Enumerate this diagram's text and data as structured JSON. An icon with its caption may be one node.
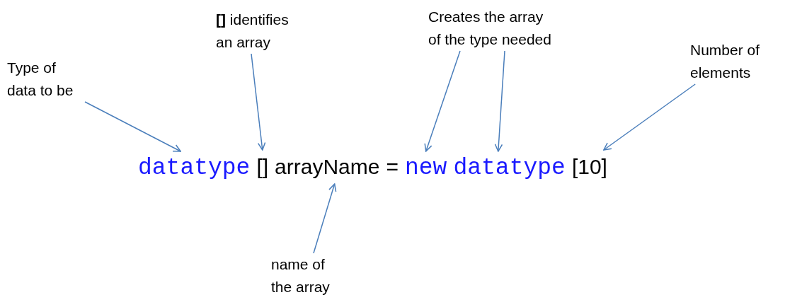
{
  "diagram": {
    "nodes": [
      {
        "text": [
          "**[]** identifies an array"
        ]
      },
      {
        "text": [
          "Creates the array of the type needed"
        ]
      },
      {
        "text": [
          "Number of elements"
        ]
      },
      {
        "text": [
          "Type of data to be"
        ]
      },
      {
        "text": [
          "datatype"
        ]
      },
      {
        "text": [
          "[]"
        ]
      },
      {
        "text": [
          "arrayName"
        ]
      },
      {
        "text": [
          "="
        ]
      },
      {
        "text": [
          "new"
        ]
      },
      {
        "text": [
          "datatype"
        ]
      },
      {
        "text": [
          "[10]"
        ]
      },
      {
        "text": [
          "name of the array"
        ]
      }
    ],
    "edges": [
      {
        "from": 3,
        "to": 4,
        "arrow": "to"
      },
      {
        "from": 0,
        "to": 5,
        "arrow": "to"
      },
      {
        "from": 1,
        "to": 8,
        "arrow": "to"
      },
      {
        "from": 1,
        "to": 9,
        "arrow": "to"
      },
      {
        "from": 2,
        "to": 10,
        "arrow": "to"
      },
      {
        "from": 11,
        "to": 6,
        "arrow": "to"
      }
    ]
  }
}
